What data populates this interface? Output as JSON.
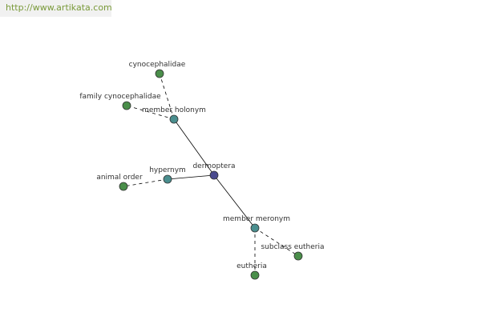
{
  "header": {
    "url_text": "http://www.artikata.com",
    "url_color": "#7a9a3a",
    "background": "#f1f1f1"
  },
  "colors": {
    "center_node": "#4a4a8e",
    "relation_node": "#4a8e8e",
    "leaf_node": "#4a8e4a",
    "node_stroke": "#333333",
    "edge": "#000000"
  },
  "graph": {
    "nodes": [
      {
        "id": "dermoptera",
        "label": "dermoptera",
        "kind": "center"
      },
      {
        "id": "member-holonym",
        "label": "member holonym",
        "kind": "relation"
      },
      {
        "id": "hypernym",
        "label": "hypernym",
        "kind": "relation"
      },
      {
        "id": "member-meronym",
        "label": "member meronym",
        "kind": "relation"
      },
      {
        "id": "cynocephalidae",
        "label": "cynocephalidae",
        "kind": "leaf"
      },
      {
        "id": "family-cynocephalidae",
        "label": "family cynocephalidae",
        "kind": "leaf"
      },
      {
        "id": "animal-order",
        "label": "animal order",
        "kind": "leaf"
      },
      {
        "id": "subclass-eutheria",
        "label": "subclass eutheria",
        "kind": "leaf"
      },
      {
        "id": "eutheria",
        "label": "eutheria",
        "kind": "leaf"
      }
    ],
    "edges": [
      {
        "from": "dermoptera",
        "to": "member-holonym",
        "style": "solid"
      },
      {
        "from": "dermoptera",
        "to": "hypernym",
        "style": "solid"
      },
      {
        "from": "dermoptera",
        "to": "member-meronym",
        "style": "solid"
      },
      {
        "from": "member-holonym",
        "to": "cynocephalidae",
        "style": "dashed"
      },
      {
        "from": "member-holonym",
        "to": "family-cynocephalidae",
        "style": "dashed"
      },
      {
        "from": "hypernym",
        "to": "animal-order",
        "style": "dashed"
      },
      {
        "from": "member-meronym",
        "to": "subclass-eutheria",
        "style": "dashed"
      },
      {
        "from": "member-meronym",
        "to": "eutheria",
        "style": "dashed"
      }
    ]
  }
}
